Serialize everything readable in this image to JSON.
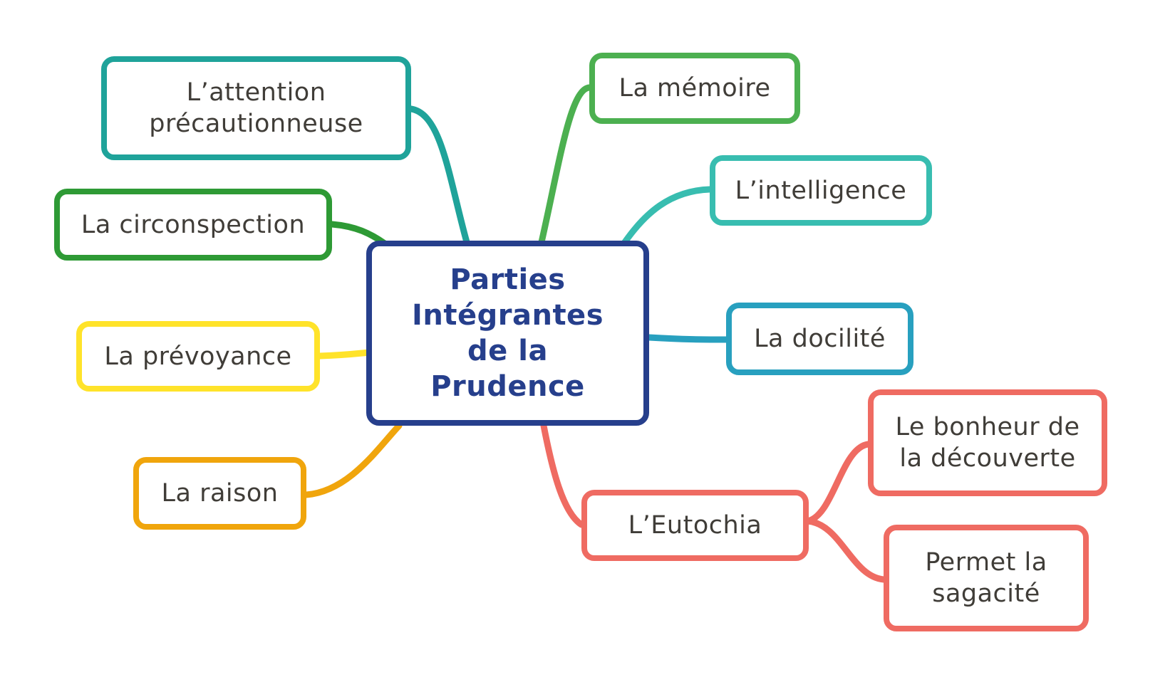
{
  "central": {
    "label": "Parties Intégrantes de la Prudence",
    "color": "#263f8c"
  },
  "branches": [
    {
      "id": "attention",
      "label": "L’attention précautionneuse",
      "color": "#1fa39a"
    },
    {
      "id": "circonspection",
      "label": "La circonspection",
      "color": "#2e9a35"
    },
    {
      "id": "prevoyance",
      "label": "La prévoyance",
      "color": "#ffe32a"
    },
    {
      "id": "raison",
      "label": "La raison",
      "color": "#f0a50c"
    },
    {
      "id": "memoire",
      "label": "La mémoire",
      "color": "#4cb050"
    },
    {
      "id": "intelligence",
      "label": "L’intelligence",
      "color": "#38bdb0"
    },
    {
      "id": "docilite",
      "label": "La docilité",
      "color": "#28a0bf"
    },
    {
      "id": "eutochia",
      "label": "L’Eutochia",
      "color": "#ef6b62",
      "children": [
        {
          "id": "bonheur",
          "label": "Le bonheur de la découverte",
          "color": "#ef6b62"
        },
        {
          "id": "sagacite",
          "label": "Permet la sagacité",
          "color": "#ef6b62"
        }
      ]
    }
  ]
}
